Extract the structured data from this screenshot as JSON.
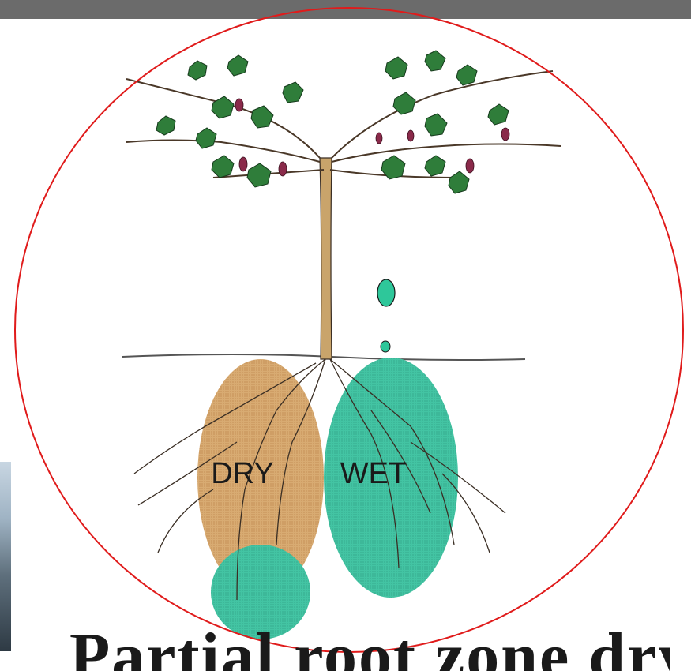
{
  "diagram": {
    "zones": [
      {
        "label": "DRY",
        "color": "#d4a468"
      },
      {
        "label": "WET",
        "color": "#3fbf9f"
      }
    ],
    "moisture_color": "#3fbf9f",
    "highlight_circle_color": "#e01b1b",
    "foliage_color": "#2f7d3a",
    "grape_color": "#8a2a4a",
    "trunk_color": "#c9a46b"
  },
  "footer": {
    "title_fragment": "Partial root zone drying"
  }
}
